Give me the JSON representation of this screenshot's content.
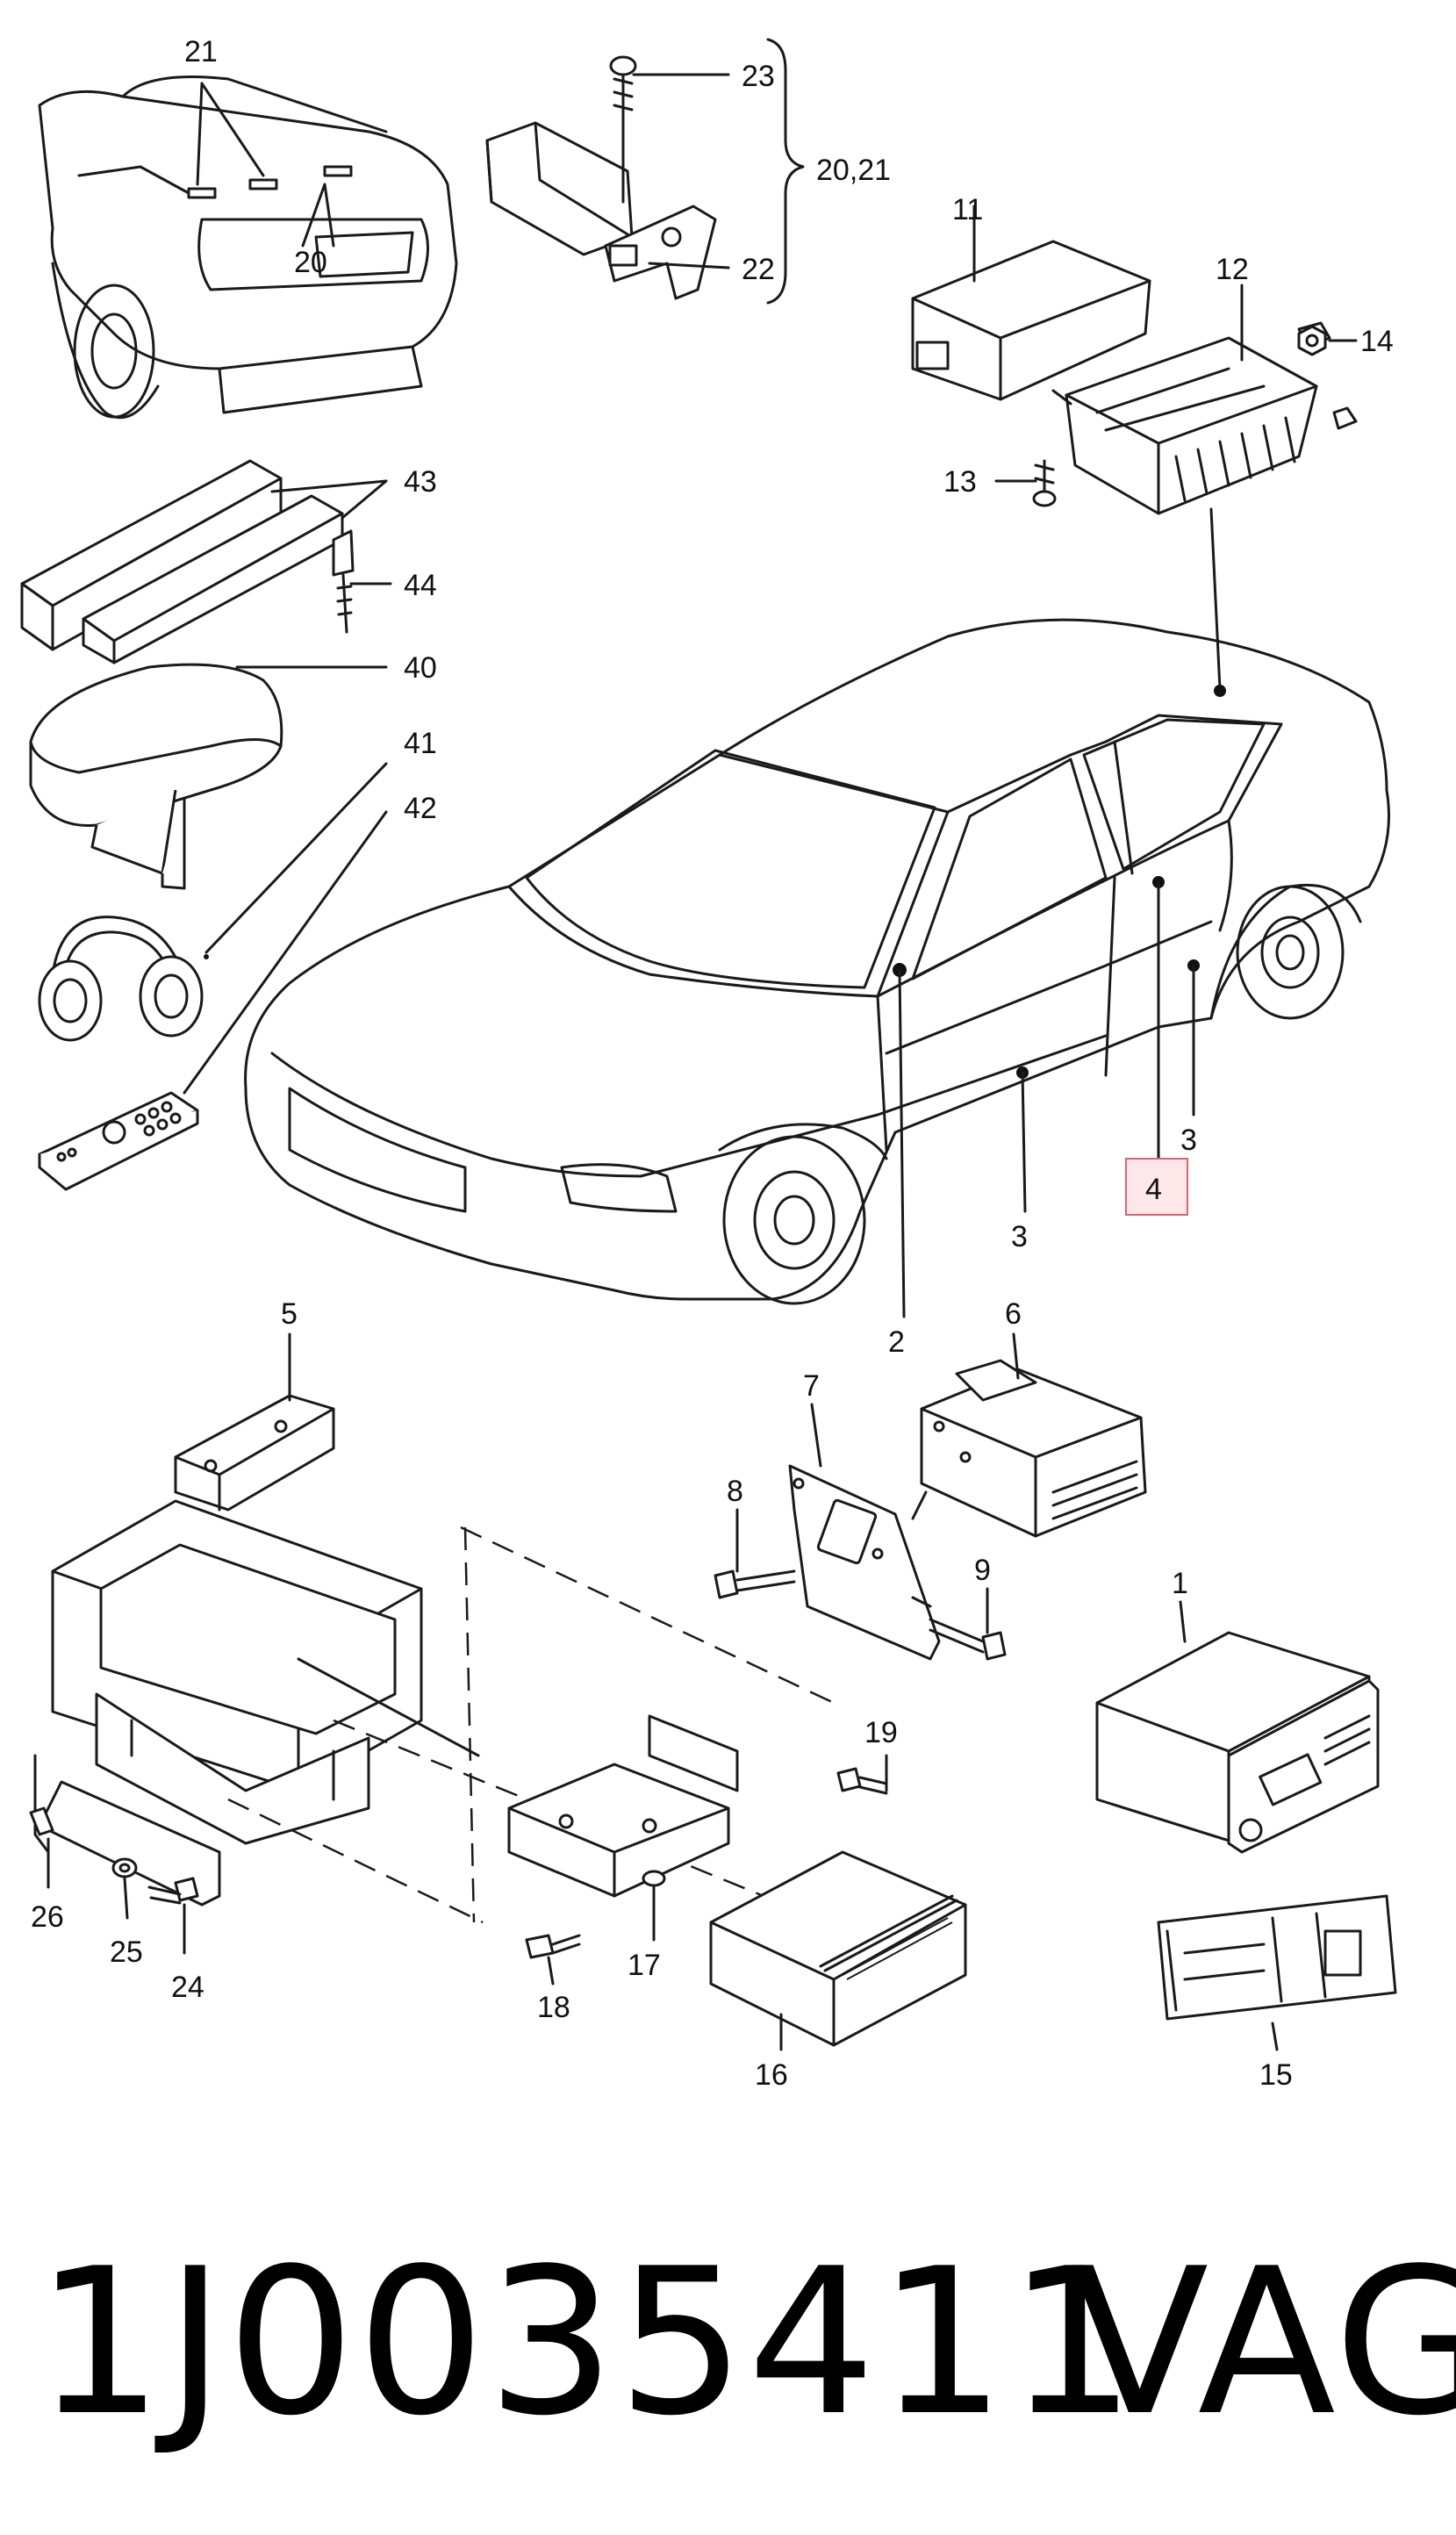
{
  "callouts": [
    {
      "id": "c1",
      "text": "1"
    },
    {
      "id": "c2",
      "text": "2"
    },
    {
      "id": "c3a",
      "text": "3"
    },
    {
      "id": "c3b",
      "text": "3"
    },
    {
      "id": "c4",
      "text": "4"
    },
    {
      "id": "c5",
      "text": "5"
    },
    {
      "id": "c6",
      "text": "6"
    },
    {
      "id": "c7",
      "text": "7"
    },
    {
      "id": "c8",
      "text": "8"
    },
    {
      "id": "c9",
      "text": "9"
    },
    {
      "id": "c11",
      "text": "11"
    },
    {
      "id": "c12",
      "text": "12"
    },
    {
      "id": "c13",
      "text": "13"
    },
    {
      "id": "c14",
      "text": "14"
    },
    {
      "id": "c15",
      "text": "15"
    },
    {
      "id": "c16",
      "text": "16"
    },
    {
      "id": "c17",
      "text": "17"
    },
    {
      "id": "c18",
      "text": "18"
    },
    {
      "id": "c19",
      "text": "19"
    },
    {
      "id": "c20",
      "text": "20"
    },
    {
      "id": "c20_21",
      "text": "20,21"
    },
    {
      "id": "c21",
      "text": "21"
    },
    {
      "id": "c22",
      "text": "22"
    },
    {
      "id": "c23",
      "text": "23"
    },
    {
      "id": "c24",
      "text": "24"
    },
    {
      "id": "c25",
      "text": "25"
    },
    {
      "id": "c26",
      "text": "26"
    },
    {
      "id": "c40",
      "text": "40"
    },
    {
      "id": "c41",
      "text": "41"
    },
    {
      "id": "c42",
      "text": "42"
    },
    {
      "id": "c43",
      "text": "43"
    },
    {
      "id": "c44",
      "text": "44"
    }
  ],
  "highlighted_callout": "4",
  "highlight_color": "#e06070",
  "caption": {
    "part_number": "1J0035411",
    "brand": "VAG"
  }
}
